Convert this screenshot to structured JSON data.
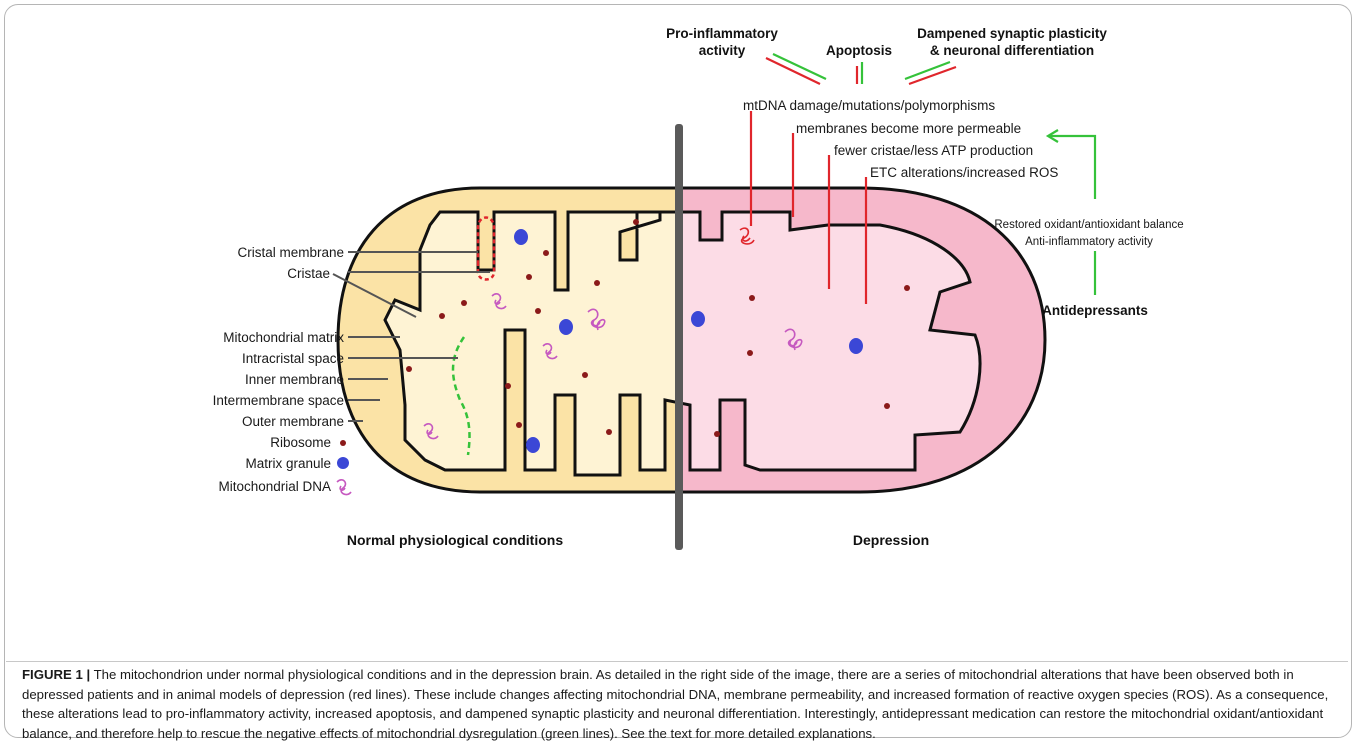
{
  "figure": {
    "labels": {
      "cristal_membrane": "Cristal membrane",
      "cristae": "Cristae",
      "mitochondrial_matrix": "Mitochondrial matrix",
      "intracristal_space": "Intracristal space",
      "inner_membrane": "Inner membrane",
      "intermembrane_space": "Intermembrane space",
      "outer_membrane": "Outer membrane",
      "ribosome": "Ribosome",
      "matrix_granule": "Matrix granule",
      "mitochondrial_dna": "Mitochondrial DNA"
    },
    "outcomes": {
      "pro_inflammatory_line1": "Pro-inflammatory",
      "pro_inflammatory_line2": "activity",
      "apoptosis": "Apoptosis",
      "synaptic_line1": "Dampened synaptic plasticity",
      "synaptic_line2": "& neuronal differentiation"
    },
    "alterations": {
      "mtdna": "mtDNA damage/mutations/polymorphisms",
      "membranes": "membranes become more permeable",
      "cristae": "fewer cristae/less ATP production",
      "etc": "ETC alterations/increased ROS"
    },
    "antidepressant_effect": {
      "line1": "Restored oxidant/antioxidant balance",
      "line2": "Anti-inflammatory activity"
    },
    "antidepressants": "Antidepressants",
    "panel_normal": "Normal physiological conditions",
    "panel_depression": "Depression",
    "colors": {
      "normal_fill": "#fbe3a6",
      "normal_matrix": "#fef3d4",
      "depression_fill": "#f6b8cb",
      "depression_matrix": "#fcdce6",
      "ribosome": "#8b1a1a",
      "matrix_granule": "#3b47d6",
      "mtdna": "#c659c0",
      "damage_line": "#e0262c",
      "rescue_line": "#35c23a",
      "divider": "#5a5a5a"
    }
  },
  "caption": {
    "label": "FIGURE 1 |",
    "text": "The mitochondrion under normal physiological conditions and in the depression brain. As detailed in the right side of the image, there are a series of mitochondrial alterations that have been observed both in depressed patients and in animal models of depression (red lines). These include changes affecting mitochondrial DNA, membrane permeability, and increased formation of reactive oxygen species (ROS). As a consequence, these alterations lead to pro-inflammatory activity, increased apoptosis, and dampened synaptic plasticity and neuronal differentiation. Interestingly, antidepressant medication can restore the mitochondrial oxidant/antioxidant balance, and therefore help to rescue the negative effects of mitochondrial dysregulation (green lines). See the text for more detailed explanations."
  }
}
